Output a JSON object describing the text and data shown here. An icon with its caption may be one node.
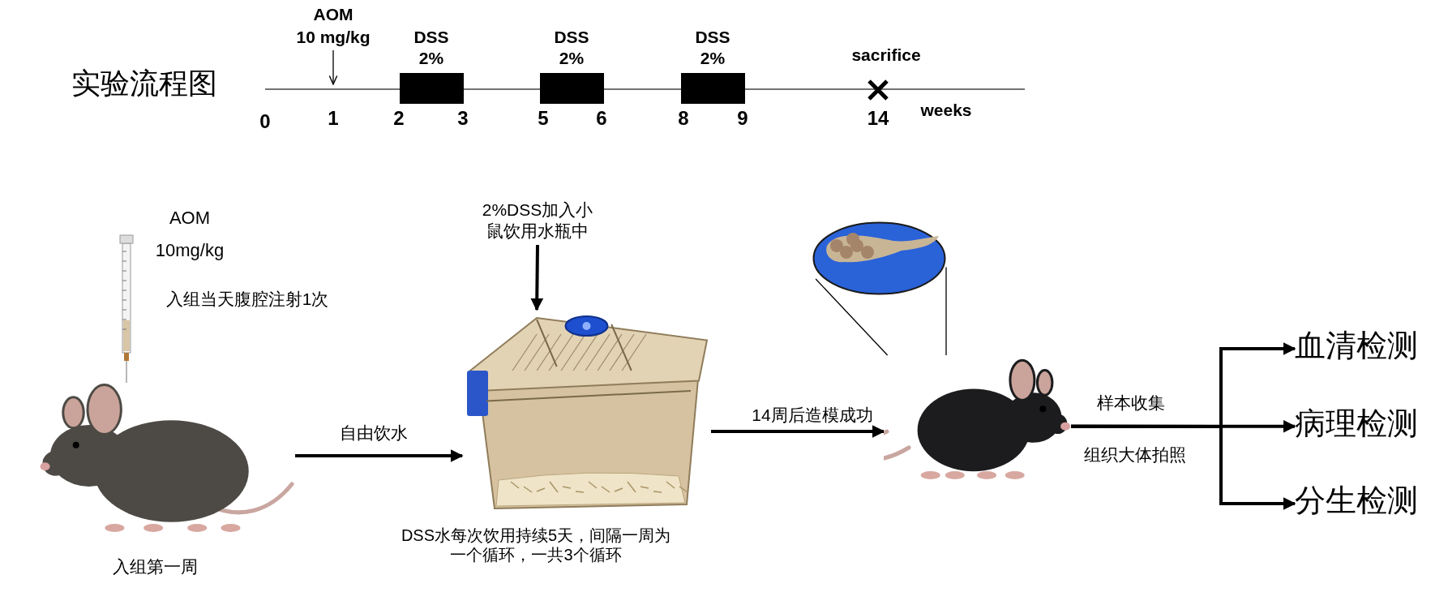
{
  "diagram": {
    "title": "实验流程图",
    "nodes": [
      {
        "text": [],
        "shape": "picture",
        "beside": [
          "入组第一周"
        ]
      },
      {
        "text": [],
        "shape": "picture",
        "beside": [
          "DSS水每次饮用持续5天，间隔一周为一个循环，一共3个循环"
        ]
      },
      {
        "text": [
          "2%DSS加入小鼠饮用水瓶中"
        ]
      },
      {
        "text": [],
        "shape": "picture"
      },
      {
        "text": [],
        "shape": "picture"
      },
      {
        "text": [
          "血清检测"
        ]
      },
      {
        "text": [
          "病理检测"
        ]
      },
      {
        "text": [
          "分生检测"
        ]
      }
    ],
    "edges": [
      {
        "from": 0,
        "to": 1,
        "arrow": "to",
        "label": "自由饮水"
      },
      {
        "from": 2,
        "to": 1,
        "arrow": "to"
      },
      {
        "from": 1,
        "to": 4,
        "arrow": "to",
        "label": "14周后造模成功"
      },
      {
        "from": 3,
        "to": 4,
        "arrow": "none"
      },
      {
        "from": 3,
        "to": 4,
        "arrow": "none"
      },
      {
        "from": 4,
        "to": 5,
        "arrow": "to"
      },
      {
        "from": 4,
        "to": 6,
        "arrow": "to",
        "label": "样本收集"
      },
      {
        "from": 4,
        "to": 7,
        "arrow": "to"
      }
    ],
    "labels": [
      "AOM",
      "10 mg/kg",
      "DSS",
      "2%",
      "DSS",
      "2%",
      "DSS",
      "2%",
      "sacrifice",
      "0",
      "1",
      "2",
      "3",
      "5",
      "6",
      "8",
      "9",
      "14",
      "weeks",
      "AOM",
      "10mg/kg",
      "入组当天腹腔注射1次",
      "组织大体拍照"
    ]
  }
}
